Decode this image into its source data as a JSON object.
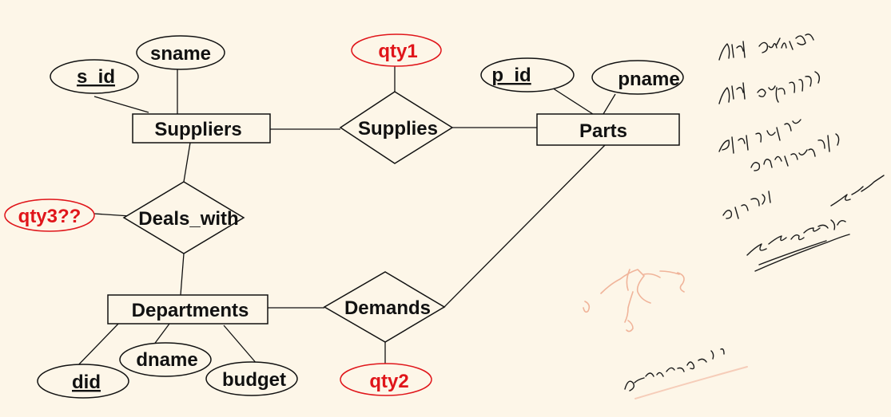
{
  "entities": {
    "suppliers": "Suppliers",
    "parts": "Parts",
    "departments": "Departments"
  },
  "relationships": {
    "supplies": "Supplies",
    "deals_with": "Deals_with",
    "demands": "Demands"
  },
  "attributes": {
    "sname": "sname",
    "s_id": "s_id",
    "p_id": "p_id",
    "pname": "pname",
    "did": "did",
    "dname": "dname",
    "budget": "budget",
    "qty1": "qty1",
    "qty2": "qty2",
    "qty3": "qty3??"
  },
  "colors": {
    "accent_red": "#e0151a",
    "background": "#fdf6e8"
  }
}
